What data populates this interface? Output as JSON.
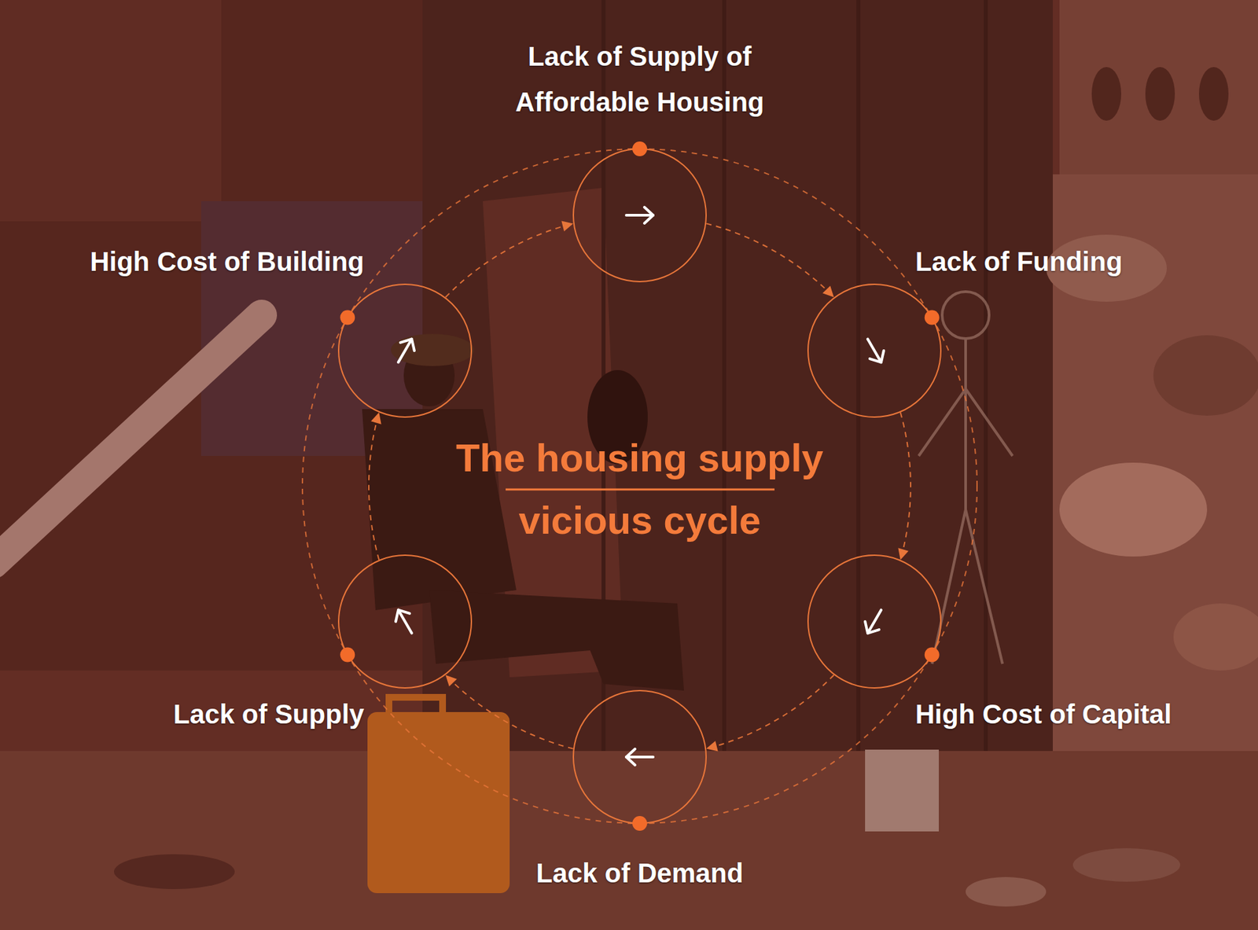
{
  "diagram": {
    "title": "The housing supply vicious cycle",
    "nodes": [
      {
        "text": [
          "Lack of Supply of Affordable Housing"
        ]
      },
      {
        "text": [
          "Lack of Funding"
        ]
      },
      {
        "text": [
          "High Cost of Capital"
        ]
      },
      {
        "text": [
          "Lack of Demand"
        ]
      },
      {
        "text": [
          "Lack of Supply"
        ]
      },
      {
        "text": [
          "High Cost of Building"
        ]
      }
    ],
    "edges": [
      {
        "from": 0,
        "to": 1,
        "arrow": "to"
      },
      {
        "from": 1,
        "to": 2,
        "arrow": "to"
      },
      {
        "from": 2,
        "to": 3,
        "arrow": "to"
      },
      {
        "from": 3,
        "to": 4,
        "arrow": "to"
      },
      {
        "from": 4,
        "to": 5,
        "arrow": "to"
      },
      {
        "from": 5,
        "to": 0,
        "arrow": "to"
      }
    ]
  }
}
